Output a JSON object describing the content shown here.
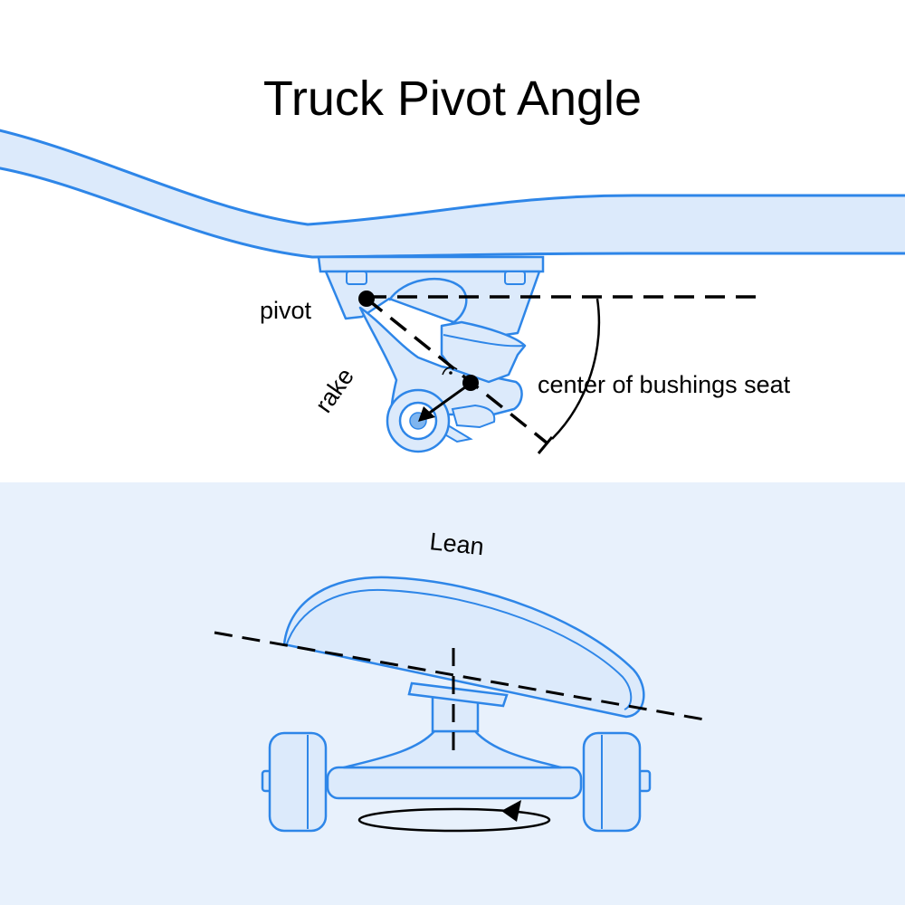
{
  "title": "Truck Pivot Angle",
  "labels": {
    "pivot": "pivot",
    "rake": "rake",
    "bushings_seat": "center of bushings seat",
    "lean": "Lean"
  },
  "colors": {
    "stroke": "#2e86e8",
    "fill": "#dceafb",
    "lower_panel_bg": "#e8f1fc",
    "annotation": "#000000"
  }
}
